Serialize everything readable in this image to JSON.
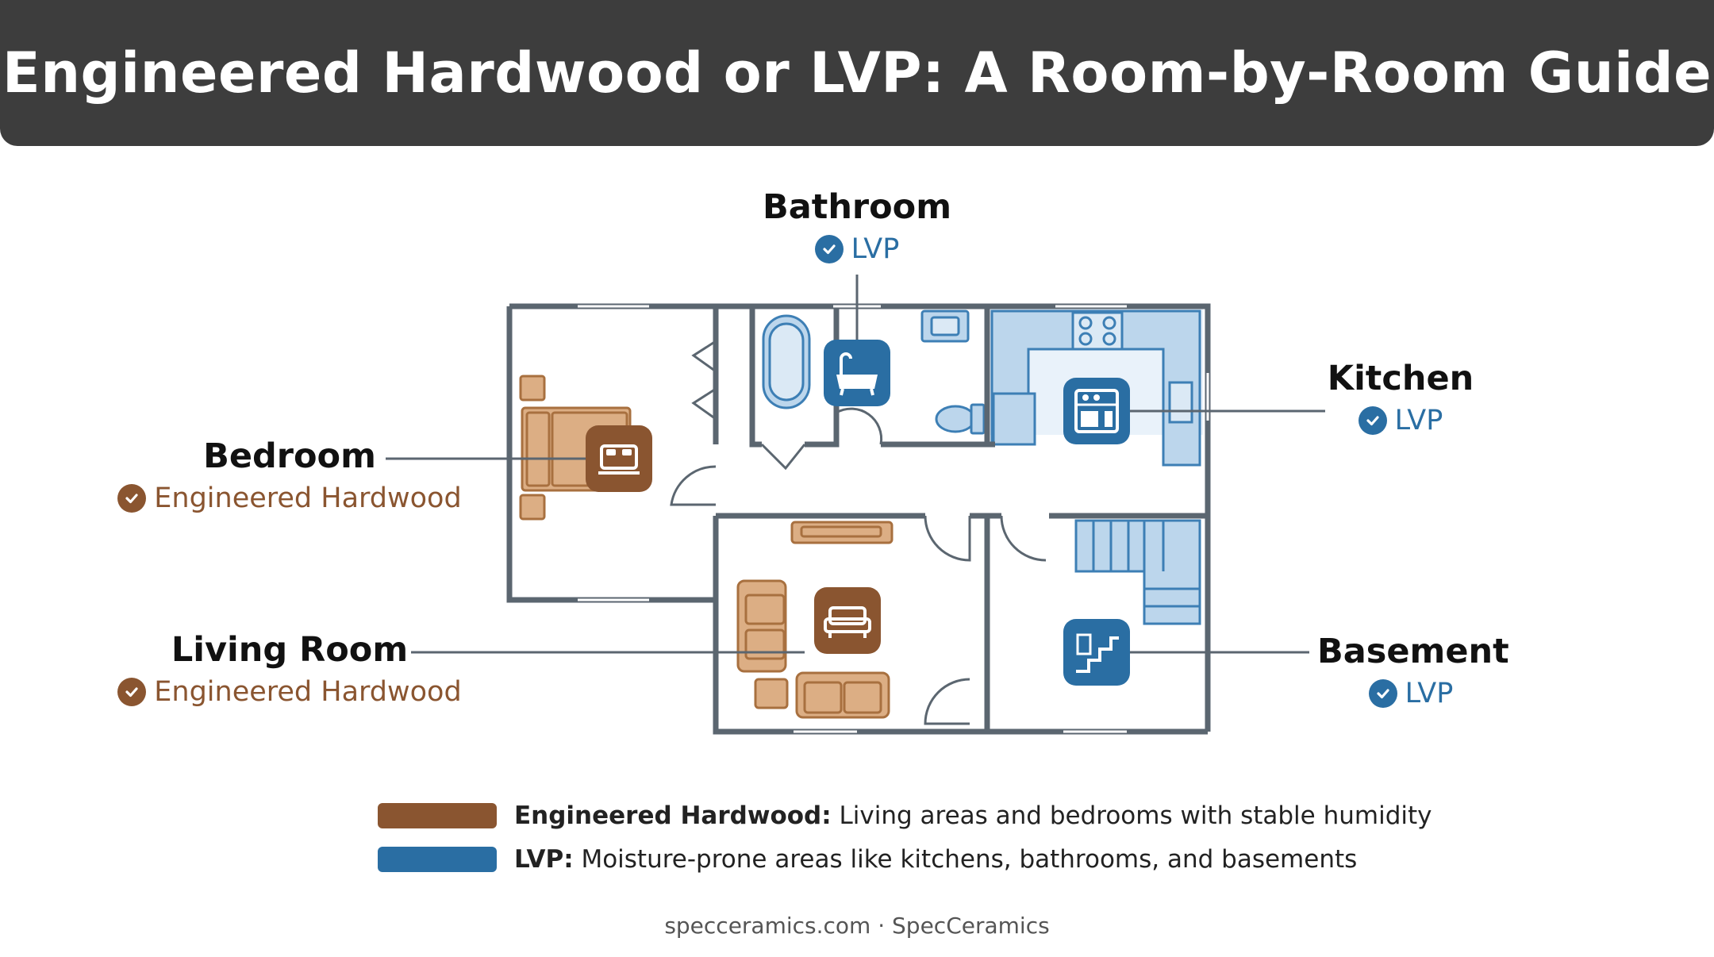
{
  "title": "Engineered Hardwood or LVP: A Room-by-Room Guide",
  "rooms": {
    "bathroom": {
      "name": "Bathroom",
      "material": "LVP",
      "icon": "bathtub-icon"
    },
    "kitchen": {
      "name": "Kitchen",
      "material": "LVP",
      "icon": "stove-icon"
    },
    "bedroom": {
      "name": "Bedroom",
      "material": "Engineered Hardwood",
      "icon": "bed-icon"
    },
    "living_room": {
      "name": "Living Room",
      "material": "Engineered Hardwood",
      "icon": "sofa-icon"
    },
    "basement": {
      "name": "Basement",
      "material": "LVP",
      "icon": "stairs-icon"
    }
  },
  "legend": [
    {
      "term": "Engineered Hardwood:",
      "description": "Living areas and bedrooms with stable humidity",
      "color": "#8a5530"
    },
    {
      "term": "LVP:",
      "description": "Moisture-prone areas like kitchens, bathrooms, and basements",
      "color": "#2a6ea3"
    }
  ],
  "footer": "specceramics.com · SpecCeramics",
  "colors": {
    "hardwood": "#8a5530",
    "hardwood_light": "#dcae84",
    "lvp": "#2a6ea3",
    "lvp_light": "#bcd6ec",
    "wall": "#5b6670",
    "header_bg": "#3d3d3d"
  }
}
